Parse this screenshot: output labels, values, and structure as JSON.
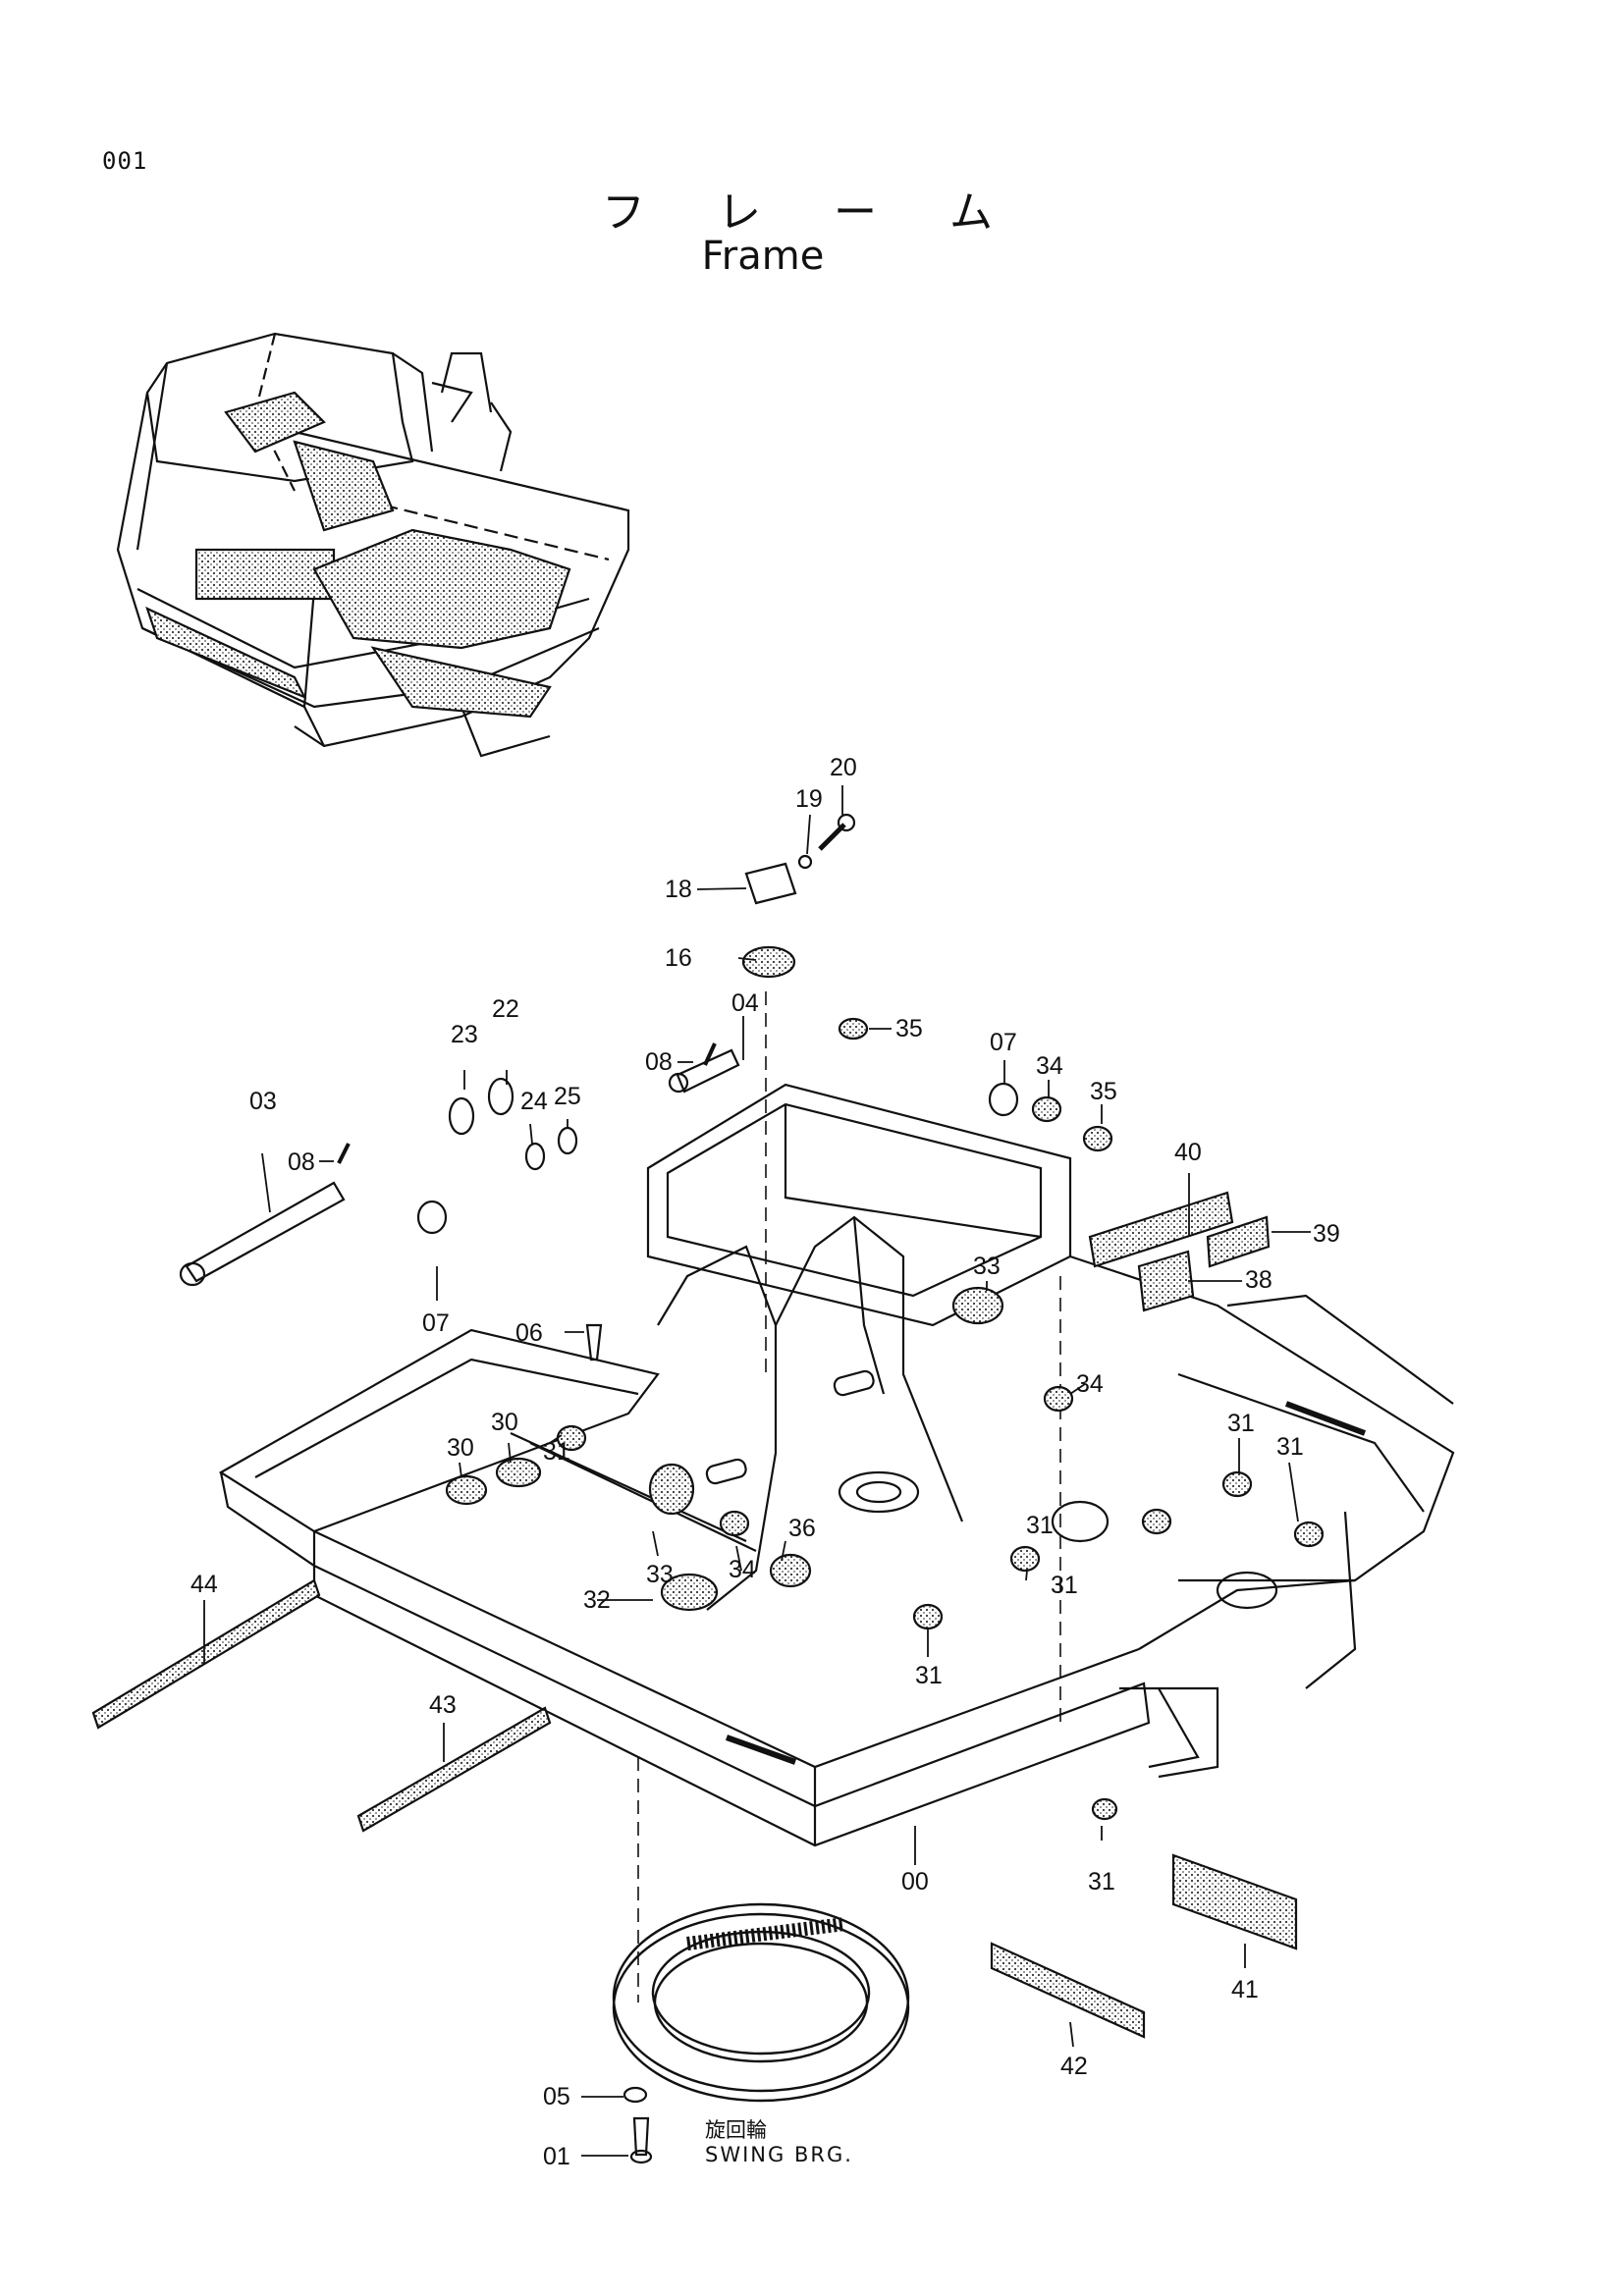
{
  "page": {
    "number": "001"
  },
  "title": {
    "japanese": "フ レ ー ム",
    "english": "Frame"
  },
  "swing_bearing": {
    "japanese": "旋回輪",
    "english": "SWING BRG."
  },
  "callouts": [
    {
      "id": "c20a",
      "label": "20"
    },
    {
      "id": "c19",
      "label": "19"
    },
    {
      "id": "c18",
      "label": "18"
    },
    {
      "id": "c16",
      "label": "16"
    },
    {
      "id": "c04",
      "label": "04"
    },
    {
      "id": "c35a",
      "label": "35"
    },
    {
      "id": "c22",
      "label": "22"
    },
    {
      "id": "c23",
      "label": "23"
    },
    {
      "id": "c08a",
      "label": "08"
    },
    {
      "id": "c07a",
      "label": "07"
    },
    {
      "id": "c34a",
      "label": "34"
    },
    {
      "id": "c35b",
      "label": "35"
    },
    {
      "id": "c40",
      "label": "40"
    },
    {
      "id": "c24",
      "label": "24"
    },
    {
      "id": "c25",
      "label": "25"
    },
    {
      "id": "c03",
      "label": "03"
    },
    {
      "id": "c08b",
      "label": "08"
    },
    {
      "id": "c39",
      "label": "39"
    },
    {
      "id": "c38",
      "label": "38"
    },
    {
      "id": "c33a",
      "label": "33"
    },
    {
      "id": "c07b",
      "label": "07"
    },
    {
      "id": "c06",
      "label": "06"
    },
    {
      "id": "c34b",
      "label": "34"
    },
    {
      "id": "c31a",
      "label": "31"
    },
    {
      "id": "c30a",
      "label": "30"
    },
    {
      "id": "c30b",
      "label": "30"
    },
    {
      "id": "c31b",
      "label": "31"
    },
    {
      "id": "c31c",
      "label": "31"
    },
    {
      "id": "c36",
      "label": "36"
    },
    {
      "id": "c31d",
      "label": "31"
    },
    {
      "id": "c31e",
      "label": "31"
    },
    {
      "id": "c44",
      "label": "44"
    },
    {
      "id": "c33b",
      "label": "33"
    },
    {
      "id": "c34c",
      "label": "34"
    },
    {
      "id": "c32",
      "label": "32"
    },
    {
      "id": "c31f",
      "label": "31"
    },
    {
      "id": "c43",
      "label": "43"
    },
    {
      "id": "c00",
      "label": "00"
    },
    {
      "id": "c31g",
      "label": "31"
    },
    {
      "id": "c41",
      "label": "41"
    },
    {
      "id": "c42",
      "label": "42"
    },
    {
      "id": "c05",
      "label": "05"
    },
    {
      "id": "c01",
      "label": "01"
    }
  ]
}
